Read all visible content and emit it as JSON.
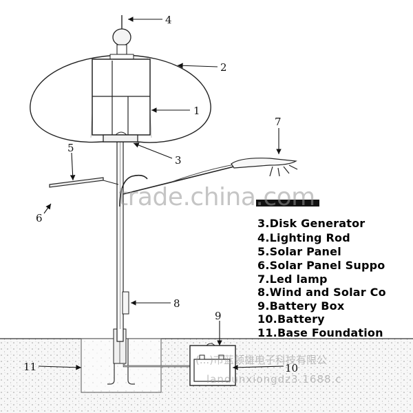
{
  "callouts": [
    "1",
    "2",
    "3",
    "4",
    "5",
    "6",
    "7",
    "8",
    "9",
    "10",
    "11"
  ],
  "legend": [
    "3.Disk Generator",
    "4.Lighting Rod",
    "5.Solar Panel",
    "6.Solar Panel Suppo",
    "7.Led lamp",
    "8.Wind and Solar Co",
    "9.Battery Box",
    "10.Battery",
    "11.Base Foundation"
  ],
  "watermark": {
    "main": "trade.china.com",
    "sub_cn": "(...)市蓝顿雄电子科技有限公",
    "sub_en": "landunxiongdz3.1688.c"
  }
}
